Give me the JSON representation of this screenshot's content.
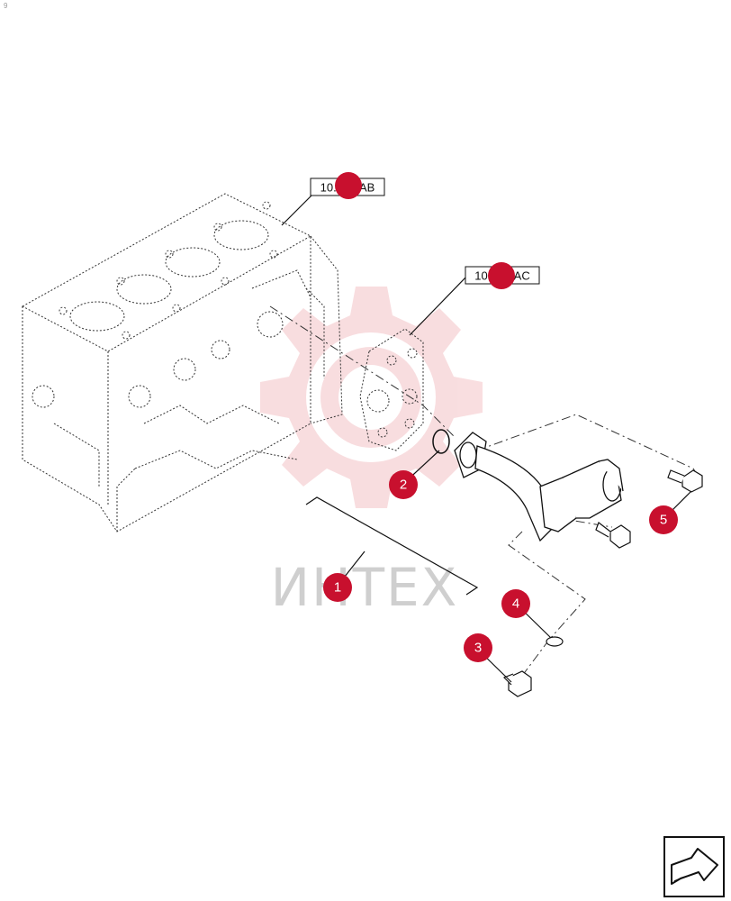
{
  "corner_mark": "9",
  "watermark": {
    "text": "ИНТЕХ",
    "color": "#f2b8bc"
  },
  "accent_color": "#c8102e",
  "references": [
    {
      "id": "ref-block",
      "label": "10.001.AB"
    },
    {
      "id": "ref-cover",
      "label": "10.408.AC"
    }
  ],
  "callouts": [
    {
      "id": "1",
      "label": "1"
    },
    {
      "id": "2",
      "label": "2"
    },
    {
      "id": "3",
      "label": "3"
    },
    {
      "id": "4",
      "label": "4"
    },
    {
      "id": "5",
      "label": "5"
    }
  ],
  "nav_icon": "next-page-arrow-icon"
}
